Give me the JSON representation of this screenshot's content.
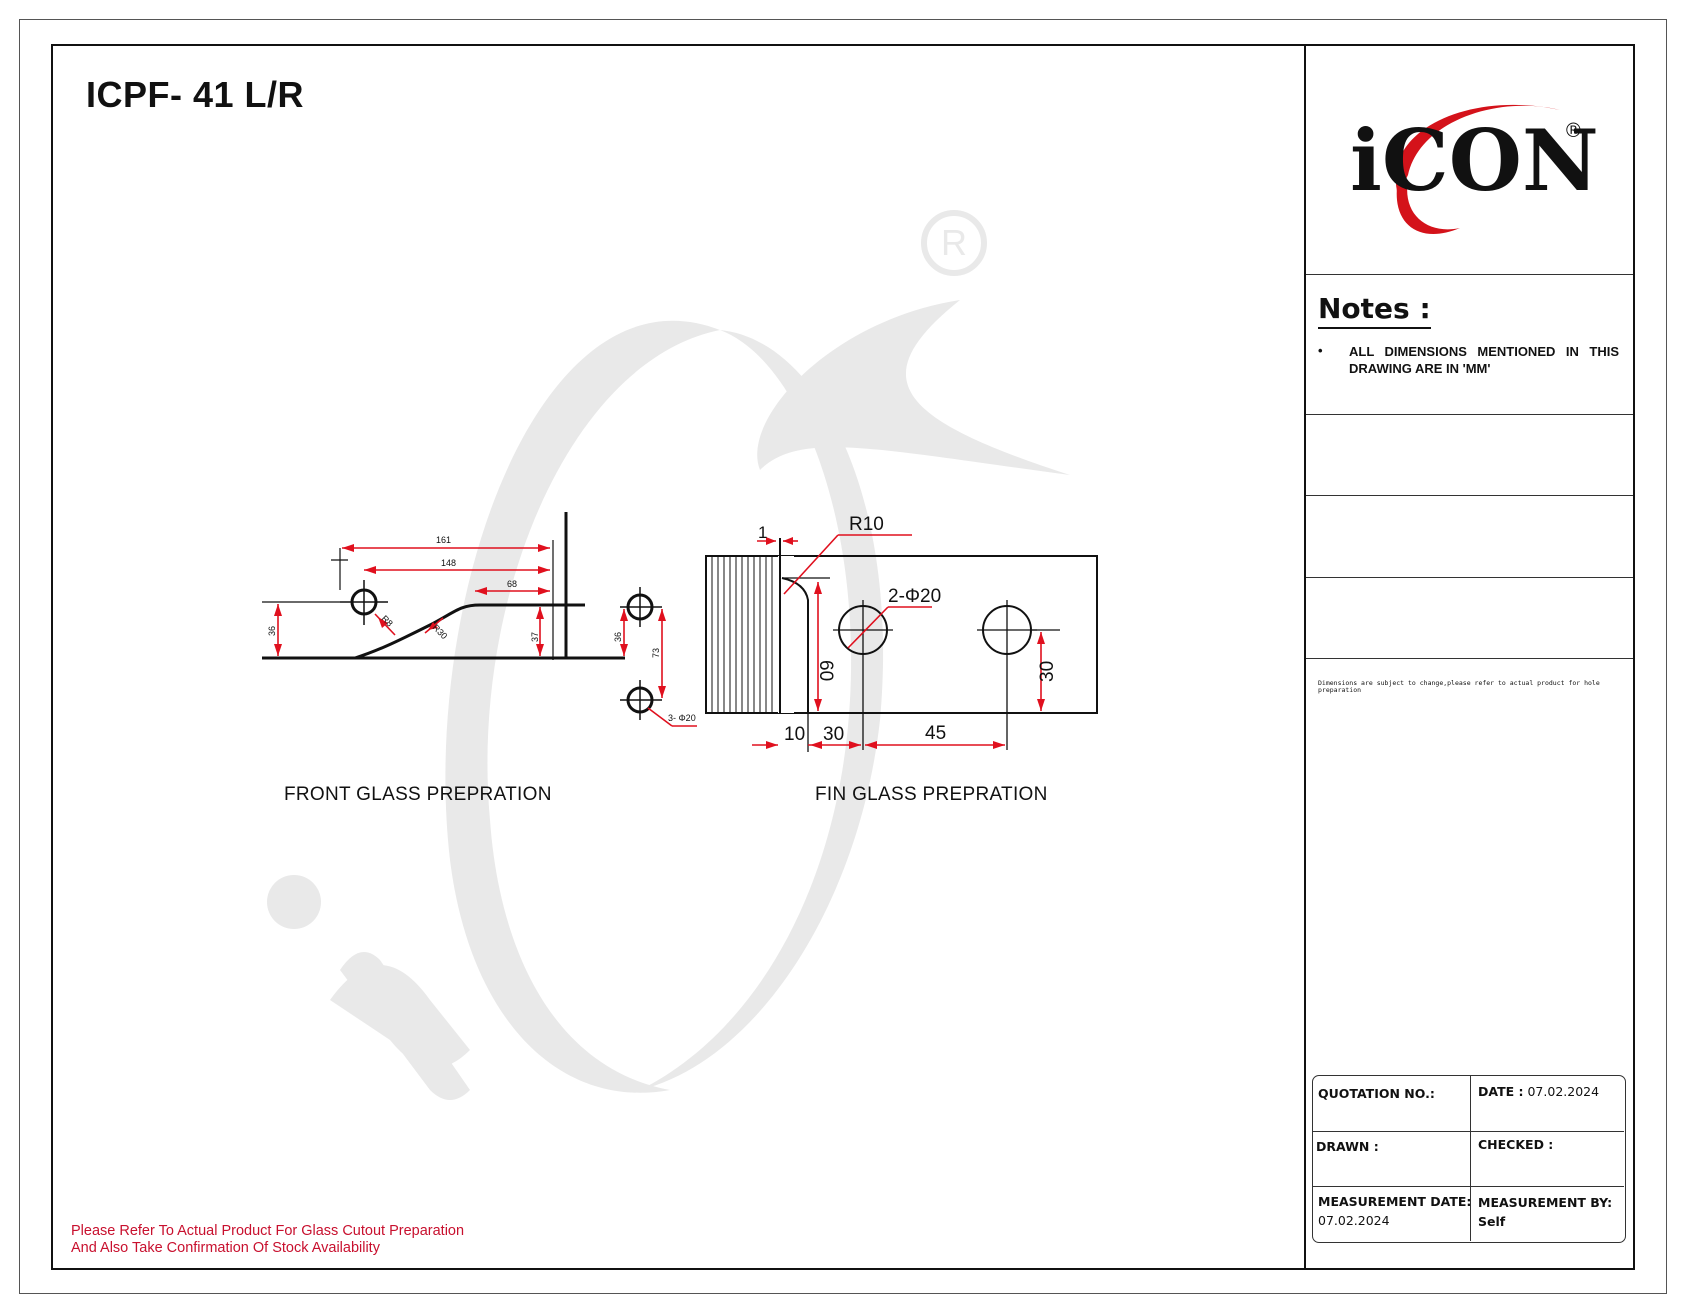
{
  "title": "ICPF- 41 L/R",
  "logo": {
    "text": "iCON",
    "registered": "®",
    "accent_color": "#d4121a"
  },
  "notes": {
    "heading": "Notes :",
    "items": [
      "ALL DIMENSIONS MENTIONED IN THIS DRAWING ARE IN 'MM'"
    ],
    "disclaimer": "Dimensions are subject to change,please refer to actual product for hole preparation"
  },
  "front_glass": {
    "caption": "FRONT GLASS PREPRATION",
    "dims": {
      "d161": "161",
      "d148": "148",
      "d68": "68",
      "d36": "36",
      "d37": "37",
      "d36b": "36",
      "d73": "73",
      "r_a": "R8",
      "r_b": "R30",
      "holes": "3- Φ20"
    }
  },
  "fin_glass": {
    "caption": "FIN GLASS PREPRATION",
    "dims": {
      "d1": "1",
      "r10": "R10",
      "holes": "2-Φ20",
      "d60": "60",
      "d30v": "30",
      "d10": "10",
      "d30": "30",
      "d45": "45"
    }
  },
  "footer_note": {
    "line1": "Please Refer To Actual Product For Glass Cutout Preparation",
    "line2": "And Also Take Confirmation Of Stock Availability"
  },
  "info": {
    "quotation_label": "QUOTATION NO.:",
    "date_label": "DATE :",
    "date_value": "07.02.2024",
    "drawn_label": "DRAWN :",
    "checked_label": "CHECKED :",
    "measurement_date_label": "MEASUREMENT DATE:",
    "measurement_date_value": "07.02.2024",
    "measurement_by_label": "MEASUREMENT BY:",
    "measurement_by_value": "Self"
  },
  "colors": {
    "dimension": "#e0101e",
    "line": "#111111",
    "watermark": "#e8e8e8"
  }
}
